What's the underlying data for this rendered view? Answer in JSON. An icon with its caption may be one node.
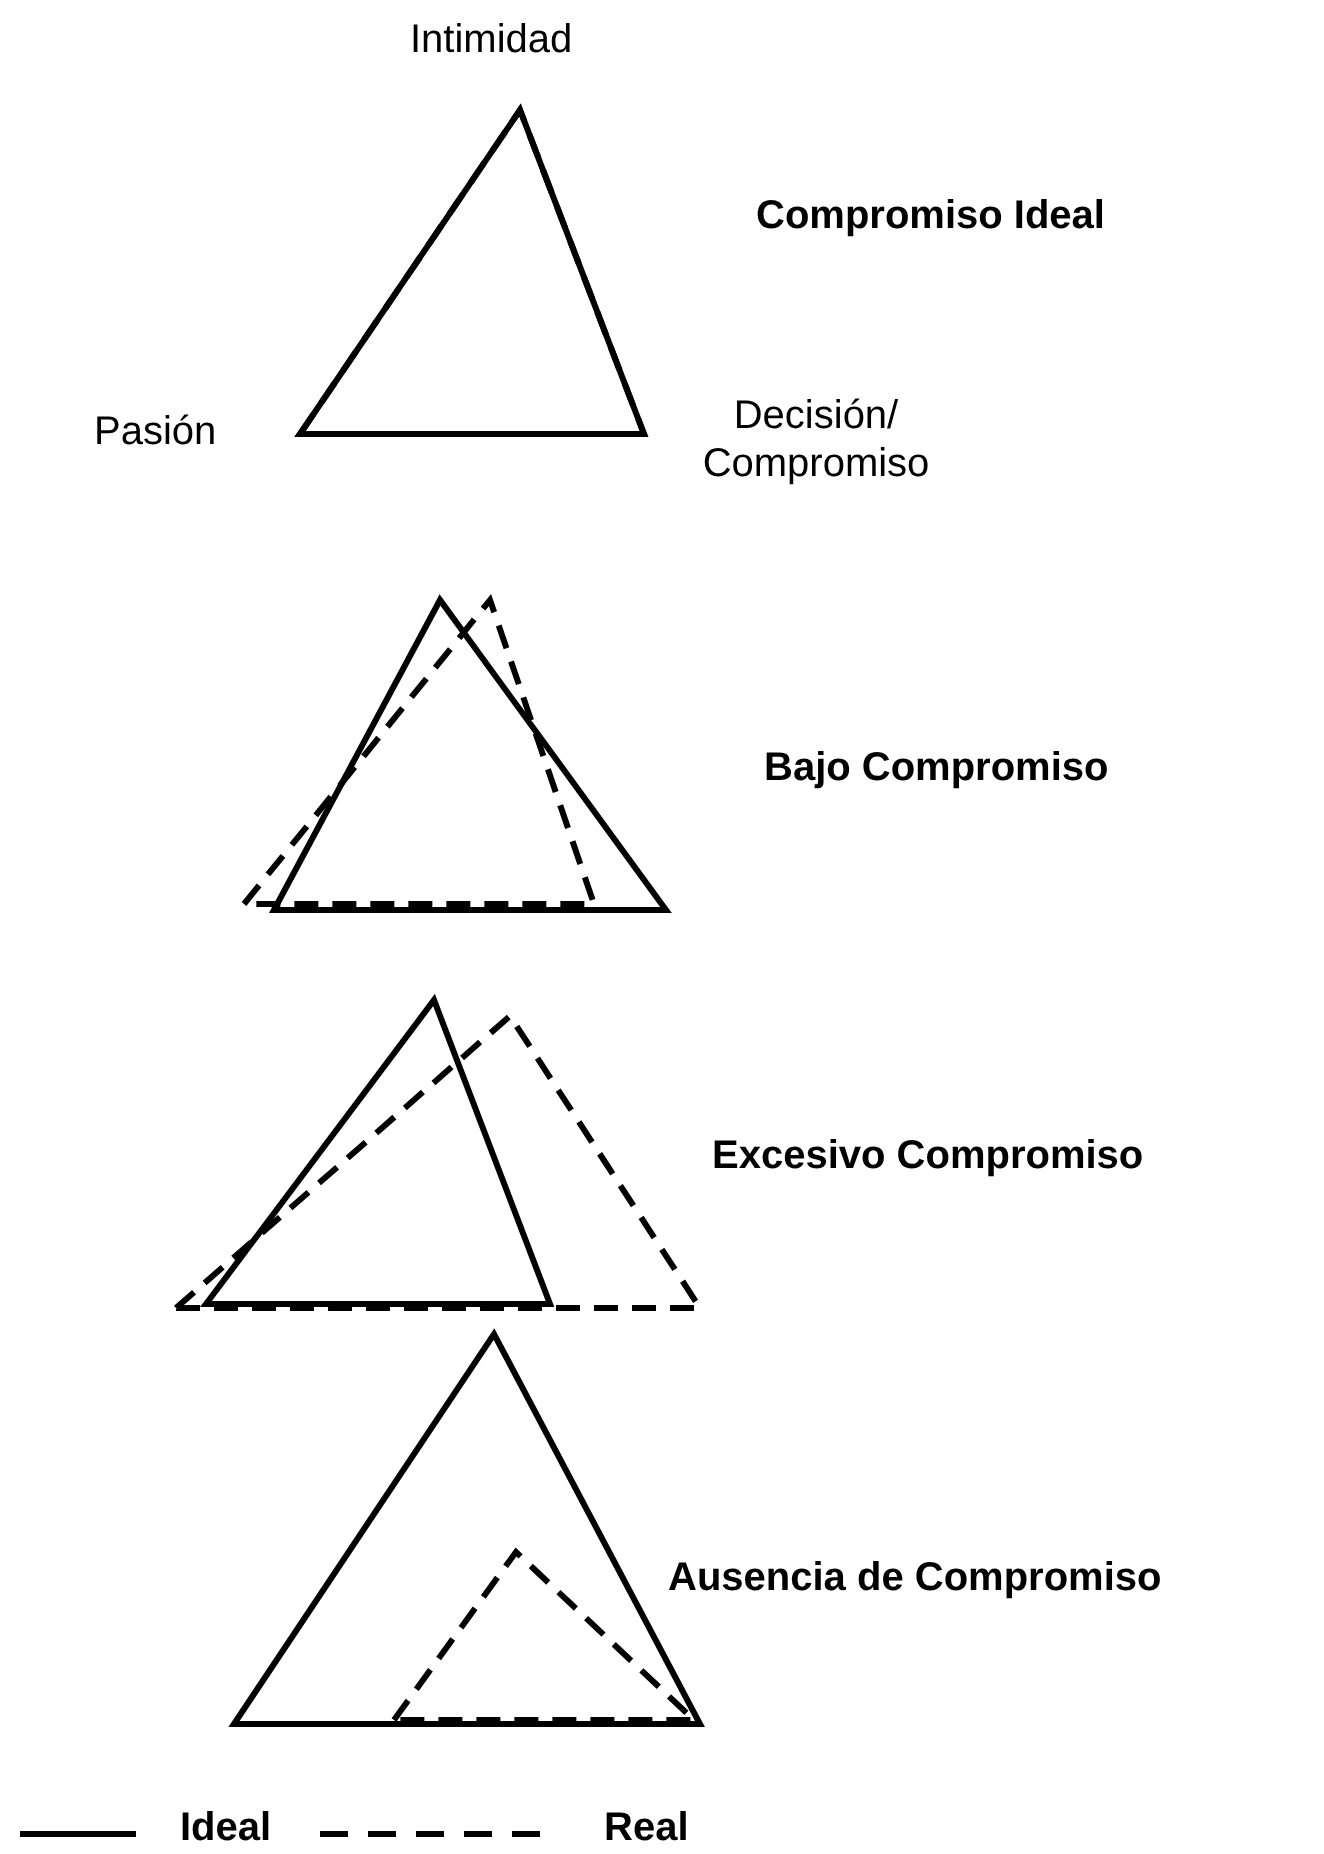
{
  "diagram": {
    "labels": [
      "Intimidad",
      "Compromiso Ideal",
      "Pasión",
      "Decisión/ Compromiso",
      "Bajo Compromiso",
      "Excesivo Compromiso",
      "Ausencia de Compromiso"
    ],
    "legend": [
      {
        "text": "Ideal"
      },
      {
        "text": "Real"
      }
    ]
  }
}
